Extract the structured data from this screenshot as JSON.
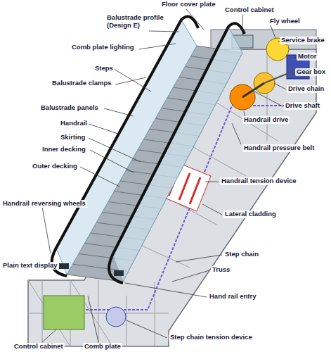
{
  "diagram": {
    "labels": [
      "Floor cover plate",
      "Control cabinet",
      "Fly wheel",
      "Balustrade profile (Design E)",
      "Service brake",
      "Comb plate lighting",
      "Motor",
      "Steps",
      "Gear box",
      "Balustrade clamps",
      "Drive chain",
      "Drive shaft",
      "Balustrade panels",
      "Handrail",
      "Handrail drive",
      "Skirting",
      "Handrail pressure belt",
      "Inner decking",
      "Outer decking",
      "Handrail tension device",
      "Handrail reversing wheels",
      "Lateral cladding",
      "Step chain",
      "Plain text display",
      "Truss",
      "Hand rail entry",
      "Step chain tension device",
      "Control cabinet",
      "Comb plate"
    ]
  }
}
